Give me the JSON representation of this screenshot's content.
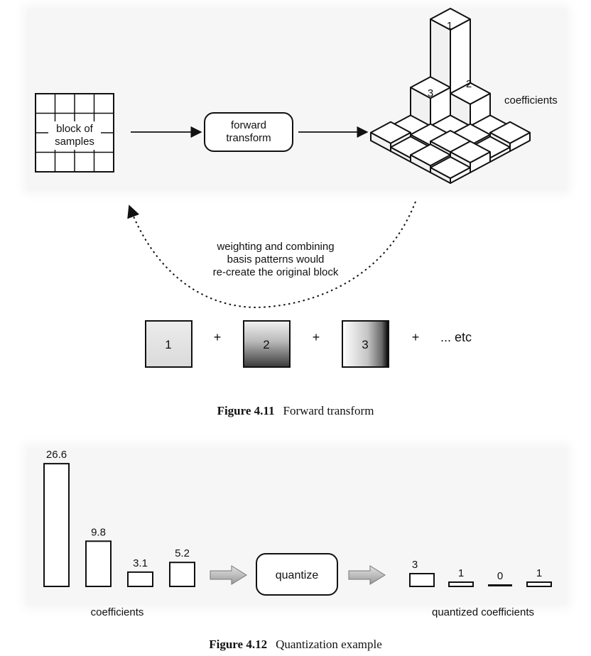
{
  "figure_4_11": {
    "grid_label_line1": "block of",
    "grid_label_line2": "samples",
    "transform_line1": "forward",
    "transform_line2": "transform",
    "coefficients_label": "coefficients",
    "bar_labels": [
      "1",
      "2",
      "3"
    ],
    "note_line1": "weighting and combining",
    "note_line2": "basis patterns would",
    "note_line3": "re-create the original block",
    "basis_labels": [
      "1",
      "2",
      "3"
    ],
    "plus": "+",
    "etc": "... etc",
    "caption_number": "Figure 4.11",
    "caption_text": "Forward transform"
  },
  "figure_4_12": {
    "coefficient_values": [
      26.6,
      9.8,
      3.1,
      5.2
    ],
    "coefficient_labels": [
      "26.6",
      "9.8",
      "3.1",
      "5.2"
    ],
    "coefficients_label": "coefficients",
    "quantize_label": "quantize",
    "quantized_values": [
      3,
      1,
      0,
      1
    ],
    "quantized_labels": [
      "3",
      "1",
      "0",
      "1"
    ],
    "quantized_label": "quantized coefficients",
    "caption_number": "Figure 4.12",
    "caption_text": "Quantization example"
  }
}
